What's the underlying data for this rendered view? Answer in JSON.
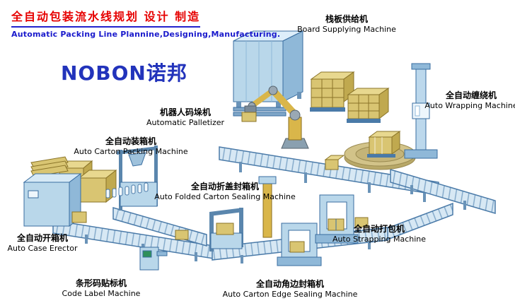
{
  "header": {
    "title_cn": "全自动包装流水线规划 设计 制造",
    "title_en": "Automatic Packing Line Plannine,Designing,Manufacturing.",
    "brand": "NOBON诺邦"
  },
  "machines": [
    {
      "cn": "栈板供给机",
      "en": "Board Supplying Machine"
    },
    {
      "cn": "全自动缠绕机",
      "en": "Auto Wrapping Machine"
    },
    {
      "cn": "机器人码垛机",
      "en": "Automatic Palletizer"
    },
    {
      "cn": "全自动装箱机",
      "en": "Auto Carton Packing Machine"
    },
    {
      "cn": "全自动折盖封箱机",
      "en": "Auto Folded Carton Sealing Machine"
    },
    {
      "cn": "全自动开箱机",
      "en": "Auto Case Erector"
    },
    {
      "cn": "全自动打包机",
      "en": "Auto Strapping Machine"
    },
    {
      "cn": "条形码贴标机",
      "en": "Code Label Machine"
    },
    {
      "cn": "全自动角边封箱机",
      "en": "Auto Carton Edge Sealing Machine"
    }
  ],
  "colors": {
    "title_red": "#e60000",
    "accent_blue": "#1a1acc",
    "brand_blue": "#2233bb",
    "machine_blue": "#b9d7ea",
    "machine_blue_dark": "#8fb8d8",
    "frame_blue": "#3a6ea0",
    "carton_tan": "#d9c572",
    "turntable_tan": "#d2c389",
    "robot_yellow": "#d9b64a"
  }
}
